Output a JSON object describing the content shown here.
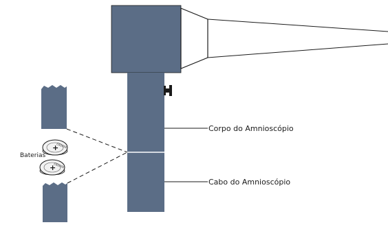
{
  "labels": {
    "corpo": "Corpo do Amnioscópio",
    "cabo": "Cabo do Amnioscópio",
    "baterias": "Baterias"
  },
  "coin_inscription": "CR2032",
  "colors": {
    "body_fill": "#5b6d86",
    "outline": "#1a1a1a",
    "background": "#ffffff"
  }
}
